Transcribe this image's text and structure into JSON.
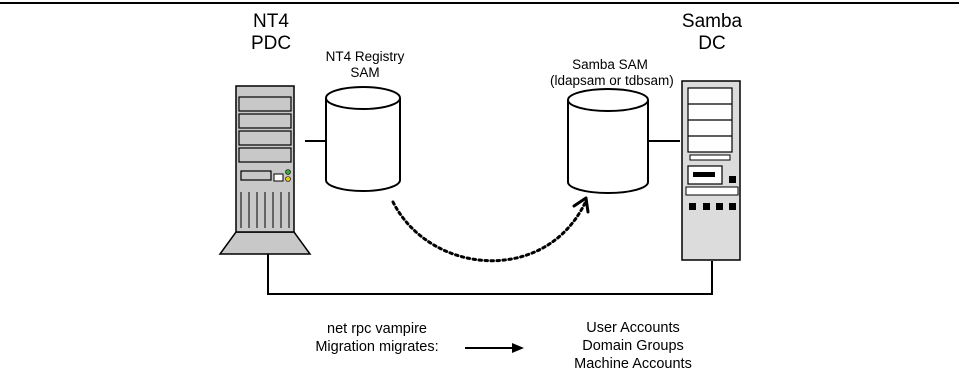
{
  "nt4": {
    "line1": "NT4",
    "line2": "PDC"
  },
  "samba_dc": {
    "line1": "Samba",
    "line2": "DC"
  },
  "nt4_registry": {
    "line1": "NT4 Registry",
    "line2": "SAM"
  },
  "samba_sam": {
    "line1": "Samba SAM",
    "line2": "(ldapsam or tdbsam)"
  },
  "migration": {
    "line1": "net rpc vampire",
    "line2": "Migration migrates:"
  },
  "migrated_items": [
    "User Accounts",
    "Domain Groups",
    "Machine Accounts"
  ]
}
